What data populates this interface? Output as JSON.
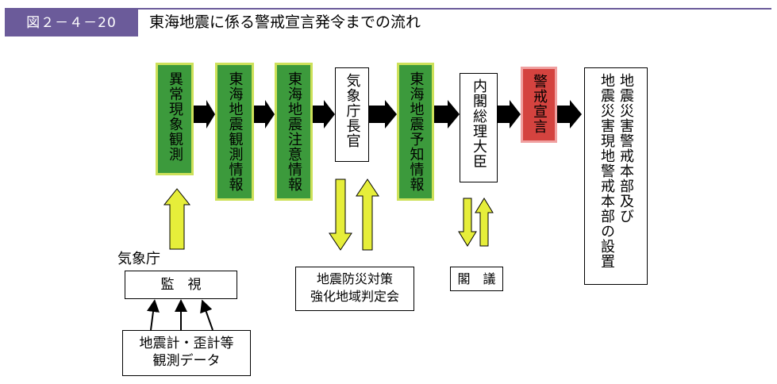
{
  "header": {
    "figure_number": "図２－４－20",
    "title": "東海地震に係る警戒宣言発令までの流れ"
  },
  "flow": [
    {
      "key": "abnormal",
      "text": "異常現象観測",
      "style": "green"
    },
    {
      "key": "observation_info",
      "text": "東海地震観測情報",
      "style": "green"
    },
    {
      "key": "caution_info",
      "text": "東海地震注意情報",
      "style": "green"
    },
    {
      "key": "jma_director",
      "text": "気象庁長官",
      "style": "white"
    },
    {
      "key": "prediction_info",
      "text": "東海地震予知情報",
      "style": "green"
    },
    {
      "key": "prime_minister",
      "text": "内閣総理大臣",
      "style": "white"
    },
    {
      "key": "warning",
      "text": "警戒宣言",
      "style": "red"
    },
    {
      "key": "hq_col1",
      "text": "地震災害警戒本部及び",
      "style": "white"
    },
    {
      "key": "hq_col2",
      "text": "地震災害現地警戒本部の設置",
      "style": "white"
    }
  ],
  "bottom": {
    "agency_label": "気象庁",
    "monitor_label": "監　視",
    "data_line1": "地震計・歪計等",
    "data_line2": "観測データ",
    "committee_line1": "地震防災対策",
    "committee_line2": "強化地域判定会",
    "cabinet_label": "閣　議"
  },
  "colors": {
    "header_badge": "#6b5b9a",
    "green_box": "#3c9a3c",
    "green_border": "#cde15a",
    "red_box": "#d4433f",
    "red_border": "#f0a0a0",
    "yellow_arrow": "#e6ee3a",
    "black_arrow": "#000000"
  }
}
